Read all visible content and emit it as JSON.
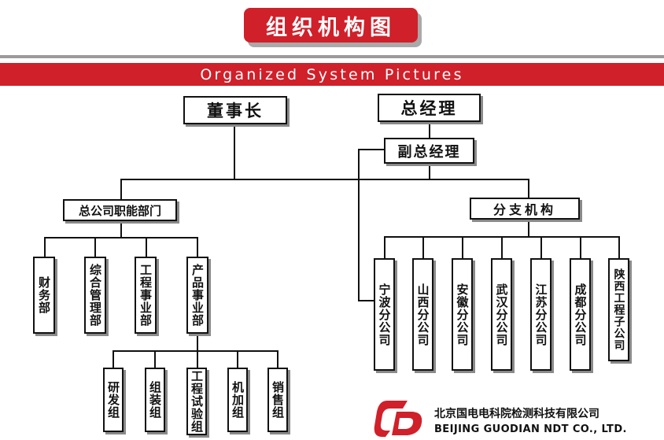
{
  "header": {
    "title": "组织机构图",
    "subtitle": "Organized System Pictures"
  },
  "chart": {
    "chairman": "董事长",
    "general_manager": "总经理",
    "deputy_general_manager": "副总经理",
    "hq_departments": {
      "label": "总公司职能部门",
      "items": [
        {
          "label": "财务部"
        },
        {
          "label": "综合管理部"
        },
        {
          "label": "工程事业部"
        },
        {
          "label": "产品事业部"
        }
      ]
    },
    "product_division_groups": [
      {
        "label": "研发组"
      },
      {
        "label": "组装组"
      },
      {
        "label": "工程试验组"
      },
      {
        "label": "机加组"
      },
      {
        "label": "销售组"
      }
    ],
    "branches": {
      "label": "分支机构",
      "items": [
        {
          "label": "宁波分公司"
        },
        {
          "label": "山西分公司"
        },
        {
          "label": "安徽分公司"
        },
        {
          "label": "武汉分公司"
        },
        {
          "label": "江苏分公司"
        },
        {
          "label": "成都分公司"
        },
        {
          "label": "陕西工程子公司"
        }
      ]
    }
  },
  "company": {
    "name_cn": "北京国电电科院检测科技有限公司",
    "name_en": "BEIJING GUODIAN NDT CO., LTD."
  },
  "colors": {
    "brand_red": "#d0202a",
    "gray": "#9a9a9a"
  }
}
